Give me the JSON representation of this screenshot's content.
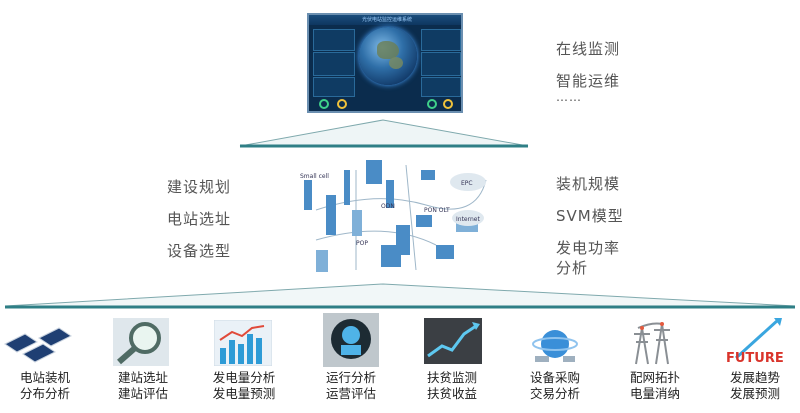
{
  "dashboard": {
    "title": "光伏电站监控运维系统"
  },
  "top_right_labels": [
    "在线监测",
    "智能运维",
    "……"
  ],
  "mid_left_labels": [
    "建设规划",
    "电站选址",
    "设备选型"
  ],
  "mid_right_labels": [
    "装机规模",
    "SVM模型",
    "发电功率",
    "分析"
  ],
  "network": {
    "labels": [
      "Small cell",
      "PON OLT",
      "Internet",
      "EPC",
      "ODN",
      "POP"
    ]
  },
  "bottom_items": [
    {
      "line1": "电站装机",
      "line2": "分布分析",
      "icon": "solar-panel-icon"
    },
    {
      "line1": "建站选址",
      "line2": "建站评估",
      "icon": "magnifier-icon"
    },
    {
      "line1": "发电量分析",
      "line2": "发电量预测",
      "icon": "bar-chart-icon"
    },
    {
      "line1": "运行分析",
      "line2": "运营评估",
      "icon": "operator-icon"
    },
    {
      "line1": "扶贫监测",
      "line2": "扶贫收益",
      "icon": "growth-chart-icon"
    },
    {
      "line1": "设备采购",
      "line2": "交易分析",
      "icon": "globe-trade-icon"
    },
    {
      "line1": "配网拓扑",
      "line2": "电量消纳",
      "icon": "power-pylon-icon"
    },
    {
      "line1": "发展趋势",
      "line2": "发展预测",
      "icon": "future-icon"
    }
  ],
  "future_text": "FUTURE",
  "colors": {
    "label": "#555555",
    "line": "#2a6a74",
    "base": "#2f7f86"
  }
}
